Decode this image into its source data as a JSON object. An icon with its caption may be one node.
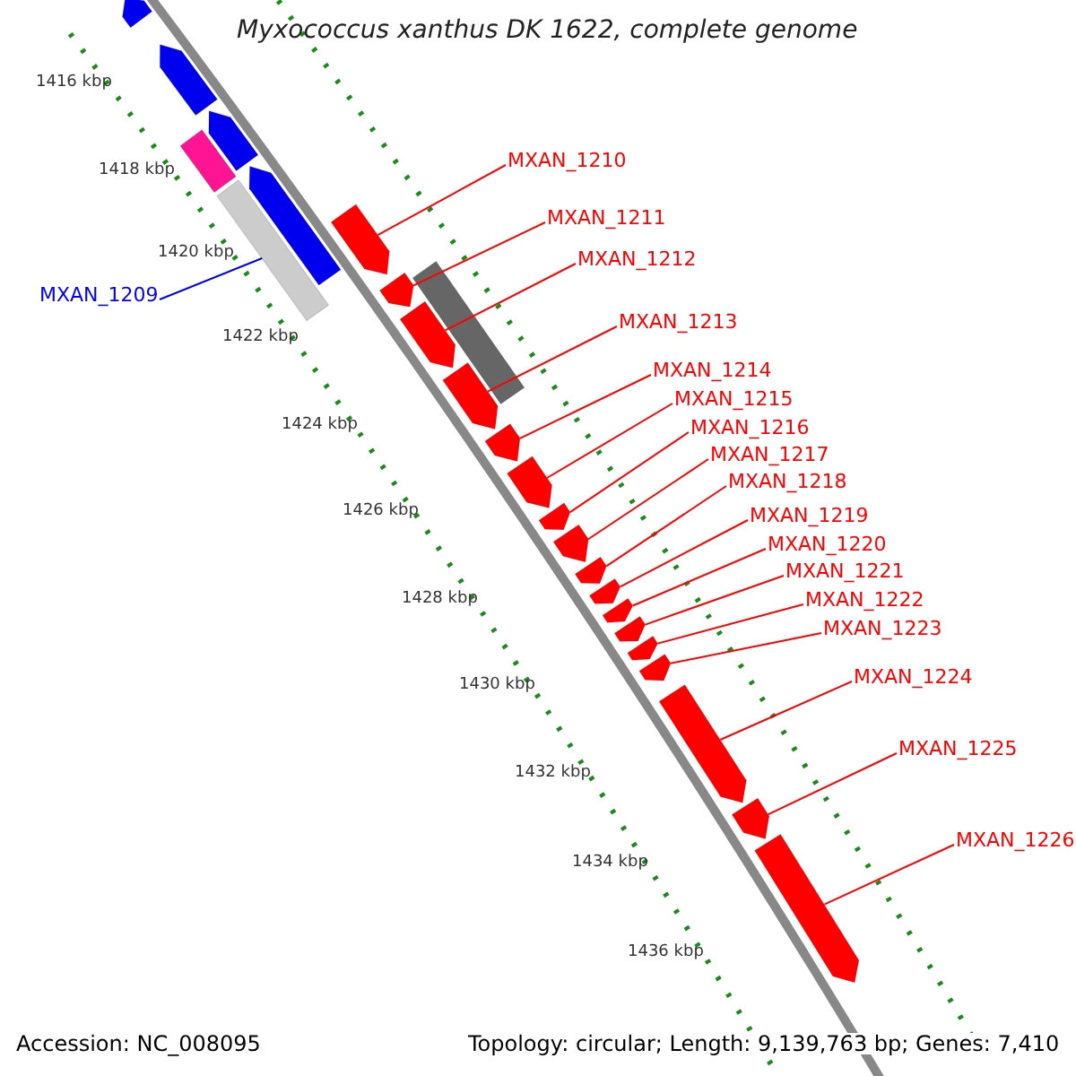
{
  "diagram": {
    "title": "Myxococcus xanthus DK 1622, complete genome",
    "nodes": [
      {
        "text": [
          "MXAN_1209"
        ]
      },
      {
        "text": [
          "MXAN_1210"
        ]
      },
      {
        "text": [
          "MXAN_1211"
        ]
      },
      {
        "text": [
          "MXAN_1212"
        ]
      },
      {
        "text": [
          "MXAN_1213"
        ]
      },
      {
        "text": [
          "MXAN_1214"
        ]
      },
      {
        "text": [
          "MXAN_1215"
        ]
      },
      {
        "text": [
          "MXAN_1216"
        ]
      },
      {
        "text": [
          "MXAN_1217"
        ]
      },
      {
        "text": [
          "MXAN_1218"
        ]
      },
      {
        "text": [
          "MXAN_1219"
        ]
      },
      {
        "text": [
          "MXAN_1220"
        ]
      },
      {
        "text": [
          "MXAN_1221"
        ]
      },
      {
        "text": [
          "MXAN_1222"
        ]
      },
      {
        "text": [
          "MXAN_1223"
        ]
      },
      {
        "text": [
          "MXAN_1224"
        ]
      },
      {
        "text": [
          "MXAN_1225"
        ]
      },
      {
        "text": [
          "MXAN_1226"
        ]
      },
      {
        "text": [],
        "shape": "bar"
      },
      {
        "text": [],
        "shape": "arrow"
      },
      {
        "text": [],
        "shape": "arrow"
      },
      {
        "text": [],
        "shape": "arrow"
      },
      {
        "text": [],
        "shape": "arrow"
      },
      {
        "text": [],
        "shape": "arrow"
      },
      {
        "text": [],
        "shape": "arrow"
      },
      {
        "text": [],
        "shape": "arrow"
      },
      {
        "text": [],
        "shape": "arrow"
      },
      {
        "text": [],
        "shape": "arrow"
      },
      {
        "text": [],
        "shape": "arrow"
      },
      {
        "text": [],
        "shape": "arrow"
      },
      {
        "text": [],
        "shape": "arrow"
      },
      {
        "text": [],
        "shape": "arrow"
      },
      {
        "text": [],
        "shape": "arrow"
      },
      {
        "text": [],
        "shape": "arrow"
      },
      {
        "text": [],
        "shape": "arrow"
      },
      {
        "text": [],
        "shape": "arrow"
      }
    ],
    "edges": [
      {
        "from": 0,
        "to": 18,
        "arrow": "none",
        "color": "#0000ff"
      },
      {
        "from": 1,
        "to": 19,
        "arrow": "none"
      },
      {
        "from": 2,
        "to": 20,
        "arrow": "none"
      },
      {
        "from": 3,
        "to": 21,
        "arrow": "none"
      },
      {
        "from": 4,
        "to": 22,
        "arrow": "none"
      },
      {
        "from": 5,
        "to": 23,
        "arrow": "none"
      },
      {
        "from": 6,
        "to": 24,
        "arrow": "none"
      },
      {
        "from": 7,
        "to": 25,
        "arrow": "none"
      },
      {
        "from": 8,
        "to": 26,
        "arrow": "none"
      },
      {
        "from": 9,
        "to": 27,
        "arrow": "none"
      },
      {
        "from": 10,
        "to": 28,
        "arrow": "none"
      },
      {
        "from": 11,
        "to": 29,
        "arrow": "none"
      },
      {
        "from": 12,
        "to": 30,
        "arrow": "none"
      },
      {
        "from": 13,
        "to": 31,
        "arrow": "none"
      },
      {
        "from": 14,
        "to": 32,
        "arrow": "none"
      },
      {
        "from": 15,
        "to": 33,
        "arrow": "none"
      },
      {
        "from": 16,
        "to": 34,
        "arrow": "none"
      },
      {
        "from": 17,
        "to": 35,
        "arrow": "none"
      }
    ],
    "labels": [
      "1416 kbp",
      "1418 kbp",
      "1420 kbp",
      "1422 kbp",
      "1424 kbp",
      "1426 kbp",
      "1428 kbp",
      "1430 kbp",
      "1432 kbp",
      "1434 kbp",
      "1436 kbp",
      "Accession: NC_008095",
      "Topology: circular; Length: 9,139,763 bp; Genes: 7,410"
    ]
  }
}
